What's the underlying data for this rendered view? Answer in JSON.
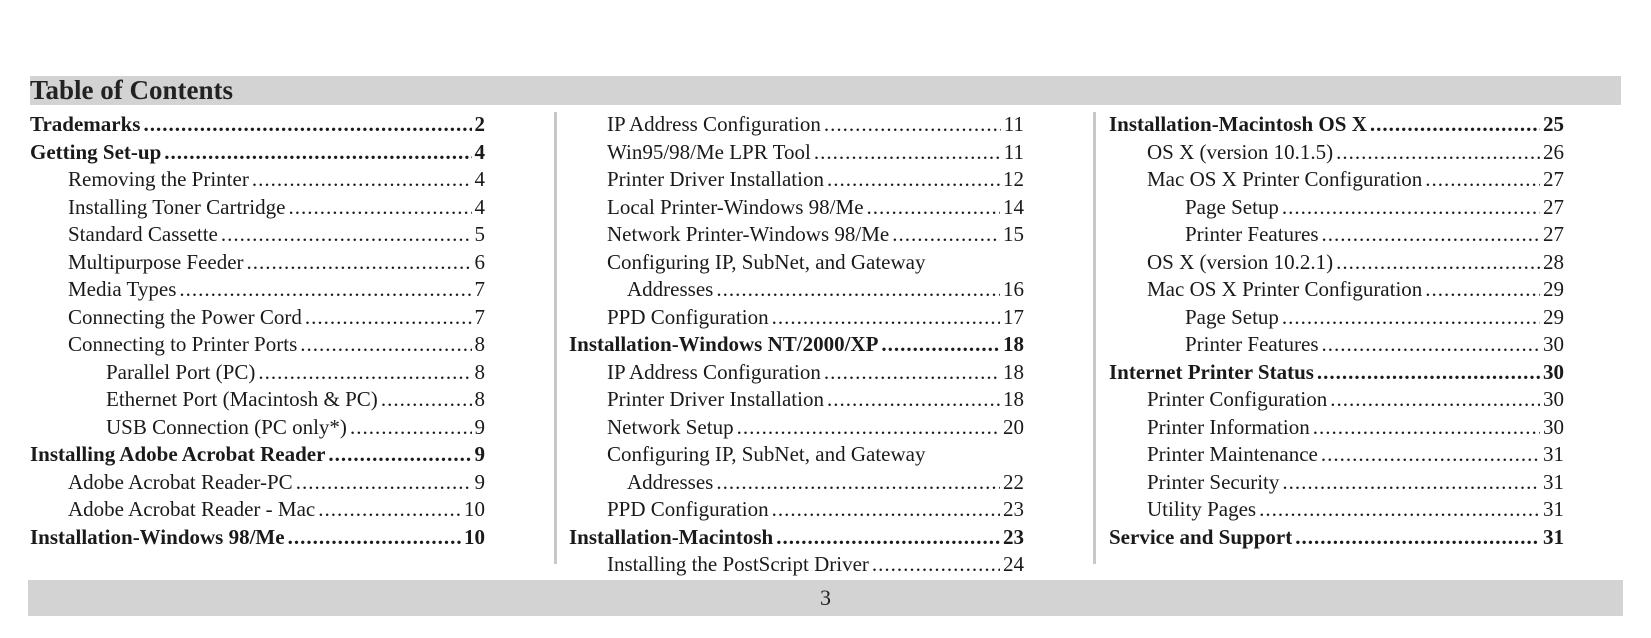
{
  "header": {
    "title": "Table of Contents"
  },
  "footer": {
    "page_number": "3"
  },
  "columns": [
    [
      {
        "label": "Trademarks",
        "page": "2",
        "level": 0,
        "bold": true
      },
      {
        "label": "Getting Set-up",
        "page": "4",
        "level": 0,
        "bold": true
      },
      {
        "label": "Removing the Printer",
        "page": "4",
        "level": 1
      },
      {
        "label": "Installing Toner Cartridge",
        "page": "4",
        "level": 1
      },
      {
        "label": "Standard Cassette",
        "page": "5",
        "level": 1
      },
      {
        "label": "Multipurpose Feeder",
        "page": "6",
        "level": 1
      },
      {
        "label": "Media Types",
        "page": "7",
        "level": 1
      },
      {
        "label": "Connecting the Power Cord",
        "page": "7",
        "level": 1
      },
      {
        "label": "Connecting to Printer Ports",
        "page": "8",
        "level": 1
      },
      {
        "label": "Parallel Port (PC)",
        "page": "8",
        "level": 2
      },
      {
        "label": "Ethernet Port (Macintosh & PC)",
        "page": "8",
        "level": 2
      },
      {
        "label": "USB Connection (PC only*)",
        "page": "9",
        "level": 2
      },
      {
        "label": "Installing Adobe Acrobat Reader",
        "page": "9",
        "level": 0,
        "bold": true
      },
      {
        "label": "Adobe Acrobat Reader-PC",
        "page": "9",
        "level": 1
      },
      {
        "label": "Adobe Acrobat Reader - Mac",
        "page": "10",
        "level": 1
      },
      {
        "label": "Installation-Windows 98/Me",
        "page": "10",
        "level": 0,
        "bold": true
      }
    ],
    [
      {
        "label": "IP Address Configuration",
        "page": "11",
        "level": 1
      },
      {
        "label": "Win95/98/Me LPR Tool",
        "page": "11",
        "level": 1
      },
      {
        "label": "Printer Driver Installation",
        "page": "12",
        "level": 1
      },
      {
        "label": "Local Printer-Windows 98/Me",
        "page": "14",
        "level": 1
      },
      {
        "label": "Network Printer-Windows 98/Me",
        "page": "15",
        "level": 1
      },
      {
        "label": "Configuring IP, SubNet, and Gateway",
        "page": "",
        "level": 1,
        "nodots": true
      },
      {
        "label": "Addresses",
        "page": "16",
        "level": 1,
        "cont": true
      },
      {
        "label": "PPD Configuration",
        "page": "17",
        "level": 1
      },
      {
        "label": "Installation-Windows NT/2000/XP",
        "page": "18",
        "level": 0,
        "bold": true
      },
      {
        "label": "IP Address Configuration",
        "page": "18",
        "level": 1
      },
      {
        "label": "Printer Driver Installation",
        "page": "18",
        "level": 1
      },
      {
        "label": "Network Setup",
        "page": "20",
        "level": 1
      },
      {
        "label": "Configuring IP, SubNet, and Gateway",
        "page": "",
        "level": 1,
        "nodots": true
      },
      {
        "label": "Addresses",
        "page": "22",
        "level": 1,
        "cont": true
      },
      {
        "label": "PPD Configuration",
        "page": "23",
        "level": 1
      },
      {
        "label": "Installation-Macintosh",
        "page": "23",
        "level": 0,
        "bold": true
      },
      {
        "label": "Installing the PostScript Driver",
        "page": "24",
        "level": 1
      }
    ],
    [
      {
        "label": "Installation-Macintosh OS X",
        "page": "25",
        "level": 0,
        "bold": true
      },
      {
        "label": "OS X (version 10.1.5)",
        "page": "26",
        "level": 1
      },
      {
        "label": "Mac OS X Printer Configuration",
        "page": "27",
        "level": 1
      },
      {
        "label": "Page Setup",
        "page": "27",
        "level": 2
      },
      {
        "label": "Printer Features",
        "page": "27",
        "level": 2
      },
      {
        "label": "OS X (version 10.2.1)",
        "page": "28",
        "level": 1
      },
      {
        "label": "Mac OS X Printer Configuration",
        "page": "29",
        "level": 1
      },
      {
        "label": "Page Setup",
        "page": "29",
        "level": 2
      },
      {
        "label": "Printer Features",
        "page": "30",
        "level": 2
      },
      {
        "label": "Internet Printer Status",
        "page": "30",
        "level": 0,
        "bold": true
      },
      {
        "label": "Printer Configuration",
        "page": "30",
        "level": 1
      },
      {
        "label": "Printer Information",
        "page": "30",
        "level": 1
      },
      {
        "label": "Printer Maintenance",
        "page": "31",
        "level": 1
      },
      {
        "label": "Printer Security",
        "page": "31",
        "level": 1
      },
      {
        "label": "Utility Pages",
        "page": "31",
        "level": 1
      },
      {
        "label": "Service and Support",
        "page": "31",
        "level": 0,
        "bold": true
      }
    ]
  ]
}
